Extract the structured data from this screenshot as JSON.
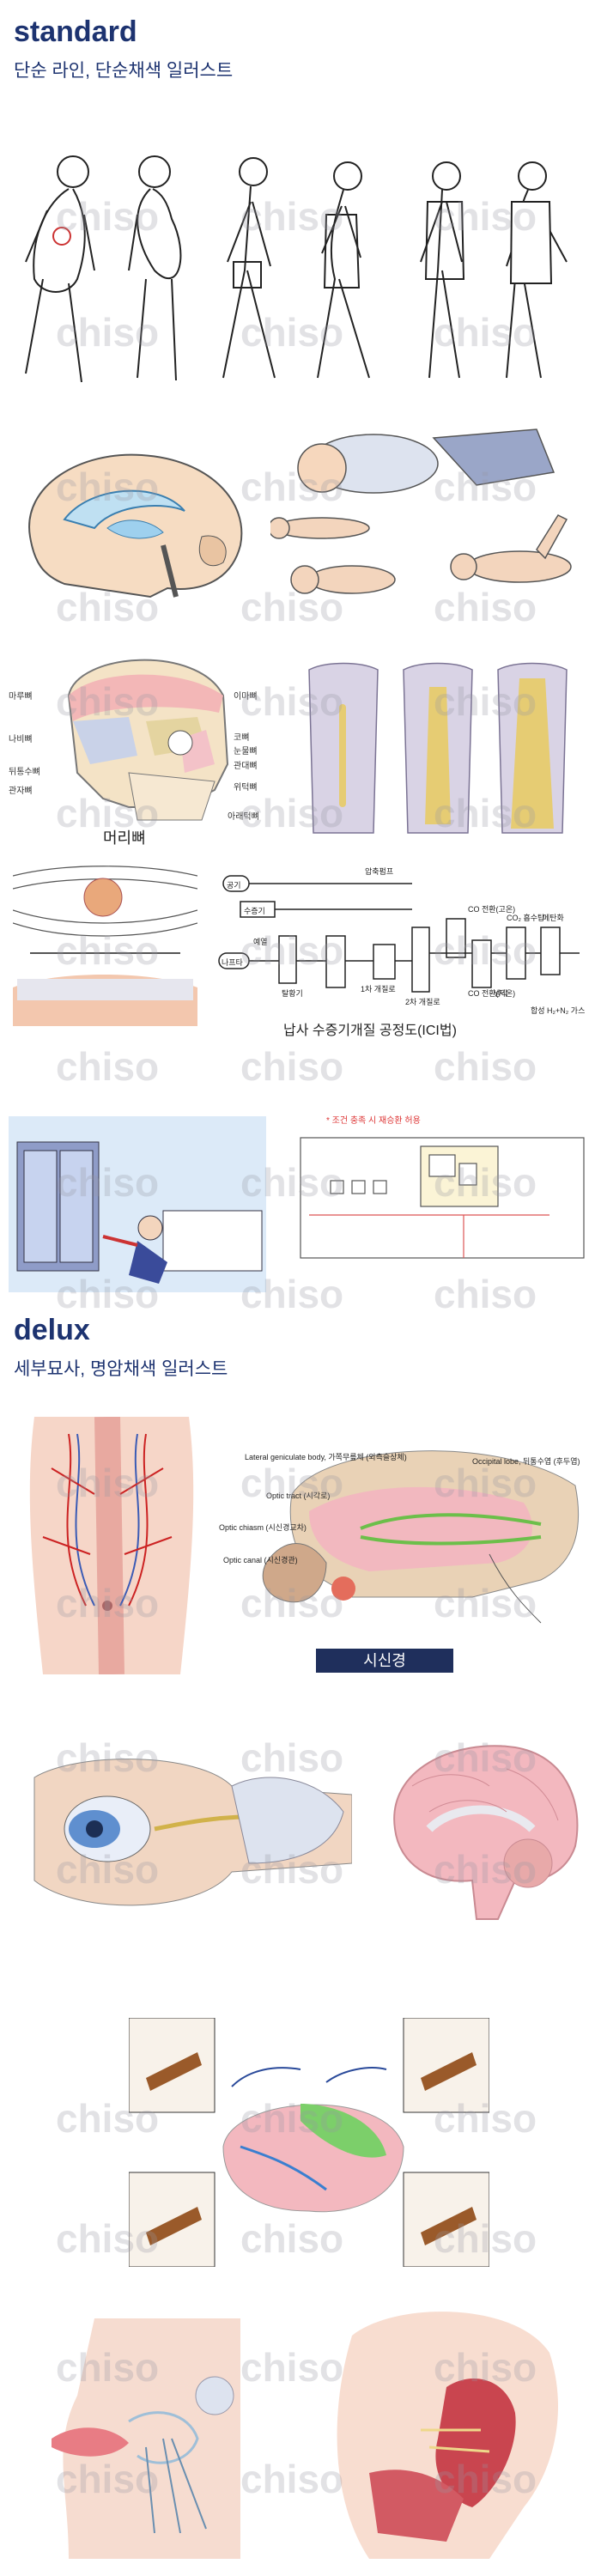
{
  "standard": {
    "title": "standard",
    "subtitle": "단순 라인, 단순채색 일러스트"
  },
  "delux": {
    "title": "delux",
    "subtitle": "세부묘사, 명암채색 일러스트"
  },
  "watermark": "chiso",
  "skull": {
    "caption": "머리뼈",
    "labels": [
      "마루뼈",
      "이마뼈",
      "나비뼈",
      "코뼈",
      "눈물뼈",
      "관대뼈",
      "뒤통수뼈",
      "위턱뼈",
      "관자뼈",
      "아래턱뼈"
    ]
  },
  "process": {
    "caption": "납사 수증기개질 공정도(ICI법)",
    "labels": [
      "압축펌프",
      "공기",
      "수증기",
      "나프타",
      "예열",
      "탈황기",
      "1차 개질로",
      "2차 개질로",
      "CO 전환(고온)",
      "CO 전환(저온)",
      "냉각",
      "CO₂ 흡수탑",
      "메탄화",
      "합성 H₂+N₂ 가스"
    ]
  },
  "plan": {
    "note": "* 조건 충족 시 재승환 허용"
  },
  "visual": {
    "labels": [
      "Lateral geniculate body, 가쪽무릎체 (외측슬상체)",
      "Optic tract (시각로)",
      "Optic chiasm (시신경교차)",
      "Optic canal (시신경관)",
      "Occipital lobe, 뒤통수엽 (후두엽)"
    ],
    "badge": "시신경"
  },
  "colors": {
    "title": "#1d3370",
    "badge_bg": "#1f2f5c",
    "brain_pink": "#f2b8bf",
    "blue_fill": "#bfe0f2",
    "bone": "#f4e3c6"
  }
}
